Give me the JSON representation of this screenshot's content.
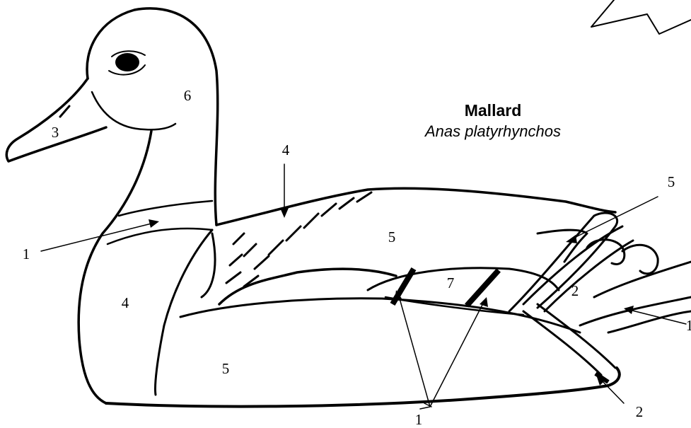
{
  "title": "Mallard",
  "subtitle": "Anas platyrhynchos",
  "labels": {
    "neck_ring_leader": "1",
    "speculum_bars_leader": "1",
    "tail_leader": "1",
    "flank_under_tail": "2",
    "rear_under_tail_leader": "2",
    "bill": "3",
    "back_leader": "4",
    "breast": "4",
    "wing_coverts": "5",
    "tertials_leader": "5",
    "side_belly": "5",
    "head": "6",
    "speculum": "7"
  }
}
